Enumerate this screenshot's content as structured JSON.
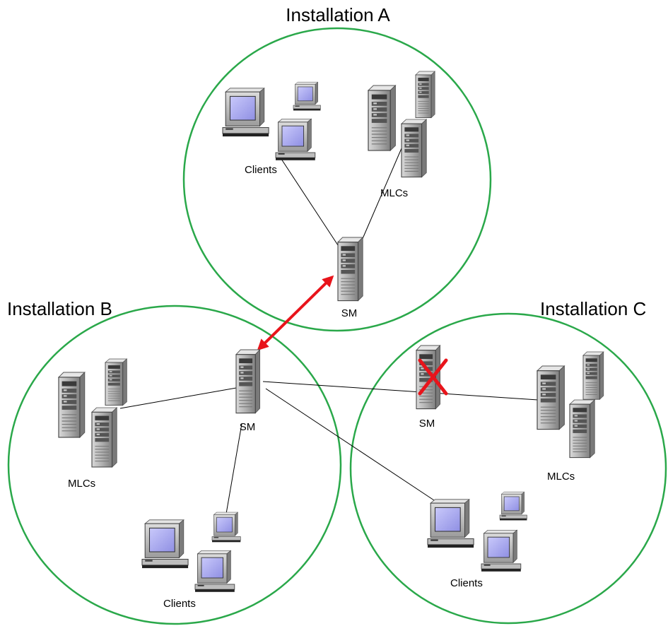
{
  "installations": [
    {
      "title": "Installation A",
      "sm_label": "SM",
      "mlc_label": "MLCs",
      "clients_label": "Clients",
      "sm_status": "active"
    },
    {
      "title": "Installation B",
      "sm_label": "SM",
      "mlc_label": "MLCs",
      "clients_label": "Clients",
      "sm_status": "active"
    },
    {
      "title": "Installation C",
      "sm_label": "SM",
      "mlc_label": "MLCs",
      "clients_label": "Clients",
      "sm_status": "failed"
    }
  ],
  "colors": {
    "circle": "#2aa84a",
    "link": "#000000",
    "replication_arrow": "#e8141b",
    "failure_mark": "#e8141b",
    "server_body": "#9a9a9a",
    "screen": "#a9a9ef"
  },
  "icons": {
    "server": "server-tower-icon",
    "client": "desktop-computer-icon",
    "failure": "red-x-icon"
  }
}
